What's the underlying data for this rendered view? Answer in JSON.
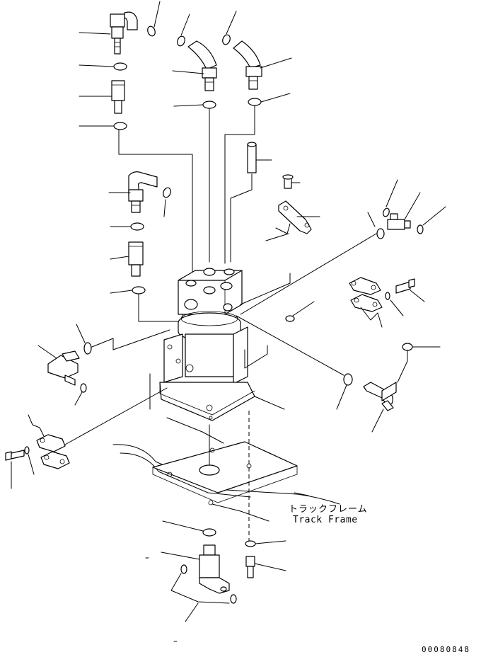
{
  "labels": {
    "frame_jp": "トラックフレーム",
    "frame_en": "Track Frame"
  },
  "drawing_code": "00080848"
}
